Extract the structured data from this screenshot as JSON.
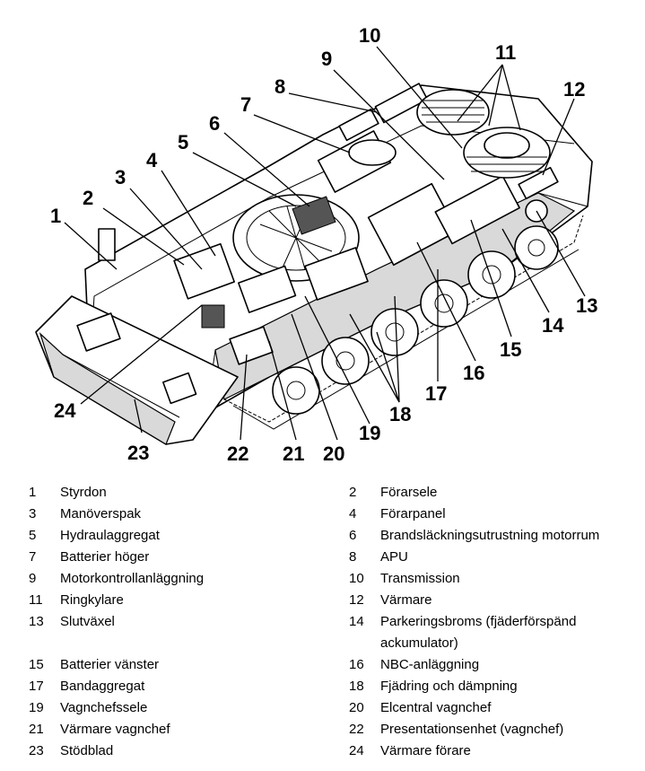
{
  "callouts": [
    "1",
    "2",
    "3",
    "4",
    "5",
    "6",
    "7",
    "8",
    "9",
    "10",
    "11",
    "12",
    "13",
    "14",
    "15",
    "16",
    "17",
    "18",
    "19",
    "20",
    "21",
    "22",
    "23",
    "24"
  ],
  "legend": [
    {
      "num": "1",
      "text": "Styrdon"
    },
    {
      "num": "2",
      "text": "Förarsele"
    },
    {
      "num": "3",
      "text": "Manöverspak"
    },
    {
      "num": "4",
      "text": "Förarpanel"
    },
    {
      "num": "5",
      "text": "Hydraulaggregat"
    },
    {
      "num": "6",
      "text": "Brandsläckningsutrustning motorrum"
    },
    {
      "num": "7",
      "text": "Batterier höger"
    },
    {
      "num": "8",
      "text": "APU"
    },
    {
      "num": "9",
      "text": "Motorkontrollanläggning"
    },
    {
      "num": "10",
      "text": "Transmission"
    },
    {
      "num": "11",
      "text": "Ringkylare"
    },
    {
      "num": "12",
      "text": "Värmare"
    },
    {
      "num": "13",
      "text": "Slutväxel"
    },
    {
      "num": "14",
      "text": "Parkeringsbroms (fjäderförspänd",
      "text2": "ackumulator)"
    },
    {
      "num": "15",
      "text": "Batterier vänster"
    },
    {
      "num": "16",
      "text": "NBC-anläggning"
    },
    {
      "num": "17",
      "text": "Bandaggregat"
    },
    {
      "num": "18",
      "text": "Fjädring och dämpning"
    },
    {
      "num": "19",
      "text": "Vagnchefssele"
    },
    {
      "num": "20",
      "text": "Elcentral vagnchef"
    },
    {
      "num": "21",
      "text": "Värmare vagnchef"
    },
    {
      "num": "22",
      "text": "Presentationsenhet (vagnchef)"
    },
    {
      "num": "23",
      "text": "Stödblad"
    },
    {
      "num": "24",
      "text": "Värmare förare"
    }
  ]
}
